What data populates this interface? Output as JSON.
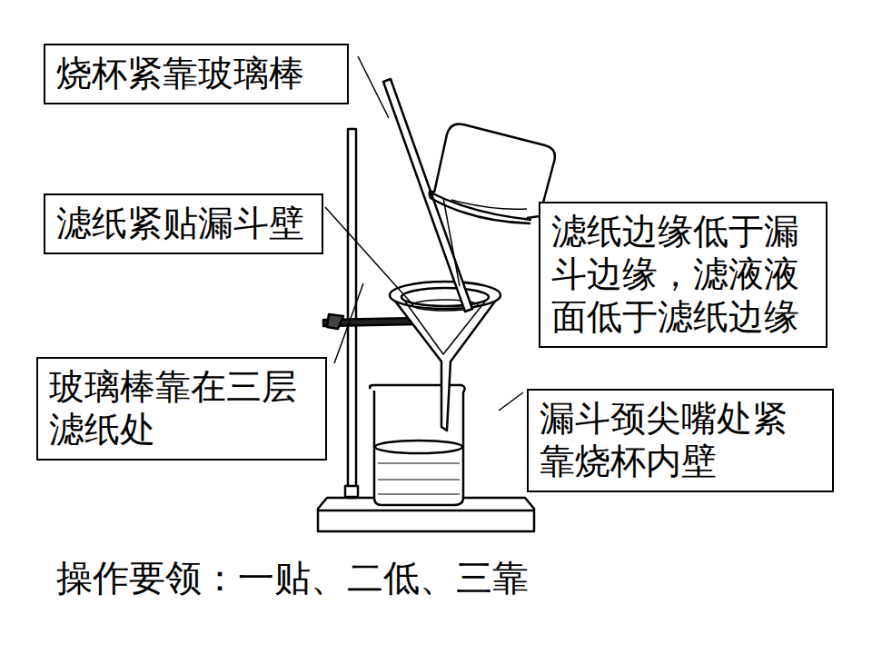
{
  "diagram": {
    "nodes": [
      {
        "text": [
          "烧杯紧靠玻璃棒"
        ]
      },
      {
        "text": [
          "滤纸紧贴漏斗壁"
        ]
      },
      {
        "text": [
          "滤纸边缘低于漏斗边缘，滤液液面低于滤纸边缘"
        ]
      },
      {
        "text": [
          "玻璃棒靠在三层滤纸处"
        ]
      },
      {
        "text": [
          "漏斗颈尖嘴处紧靠烧杯内壁"
        ]
      }
    ],
    "labels": [
      "操作要领：一贴、二低、三靠"
    ]
  }
}
